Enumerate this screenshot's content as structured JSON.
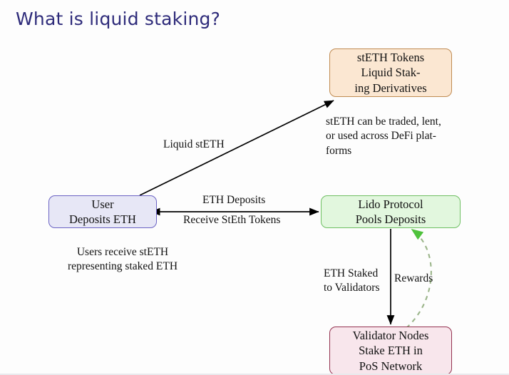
{
  "slide": {
    "title": "What is liquid staking?",
    "title_color": "#2e2b7a",
    "background": "#fdfdfd"
  },
  "diagram": {
    "type": "flow-diagram",
    "nodes": [
      {
        "id": "steth",
        "lines": [
          "stETH Tokens",
          "Liquid Stak-",
          "ing Derivatives"
        ],
        "fill": "#fbe7d2",
        "border": "#c08b52"
      },
      {
        "id": "user",
        "lines": [
          "User",
          "Deposits ETH"
        ],
        "fill": "#e7e7f6",
        "border": "#6b63c4"
      },
      {
        "id": "lido",
        "lines": [
          "Lido Protocol",
          "Pools Deposits"
        ],
        "fill": "#e2f7de",
        "border": "#6fbf63"
      },
      {
        "id": "validator",
        "lines": [
          "Validator Nodes",
          "Stake ETH in",
          "PoS Network"
        ],
        "fill": "#f8e6ec",
        "border": "#93314f"
      }
    ],
    "edges": [
      {
        "id": "user-to-steth",
        "label": "Liquid stETH",
        "style": "solid",
        "color": "#000000",
        "direction": "one-way"
      },
      {
        "id": "user-lido-top",
        "label": "ETH Deposits",
        "style": "solid",
        "color": "#000000",
        "direction": "two-way"
      },
      {
        "id": "user-lido-bottom",
        "label": "Receive StEth Tokens",
        "style": "solid",
        "color": "#000000",
        "direction": "two-way"
      },
      {
        "id": "lido-to-validator",
        "label_lines": [
          "ETH Staked",
          "to Validators"
        ],
        "style": "solid",
        "color": "#000000",
        "direction": "one-way"
      },
      {
        "id": "validator-to-lido",
        "label": "Rewards",
        "style": "dashed",
        "color": "#8fae7d",
        "arrow_color": "#4fc23c",
        "direction": "one-way"
      }
    ],
    "captions": [
      {
        "id": "steth-usage",
        "lines": [
          "stETH can be traded, lent,",
          "or used across DeFi plat-",
          "forms"
        ]
      },
      {
        "id": "users-receive",
        "lines": [
          "Users receive stETH",
          "representing staked ETH"
        ]
      }
    ]
  }
}
